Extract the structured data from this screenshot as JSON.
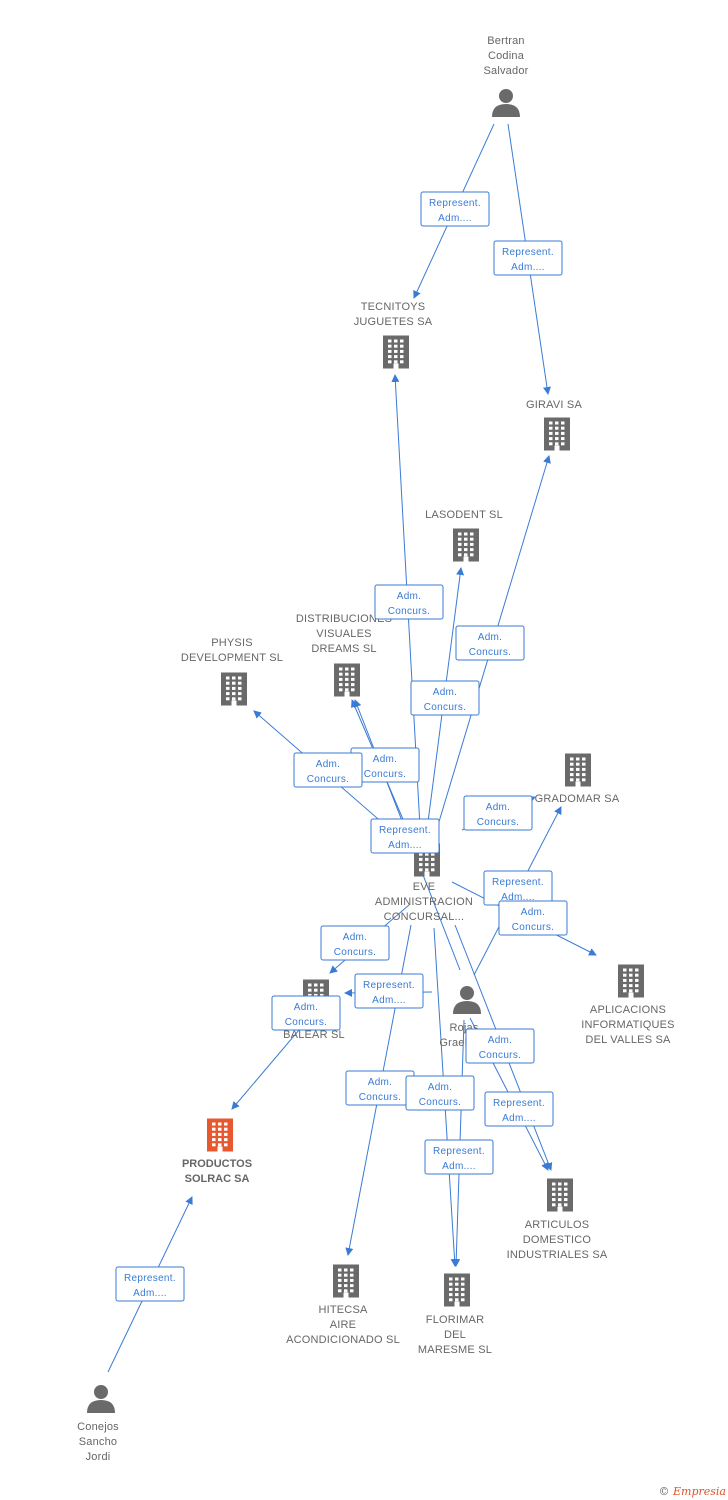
{
  "colors": {
    "edge": "#3a7bd5",
    "node": "#6a6a6a",
    "focus_node": "#e8582f",
    "label": "#666666"
  },
  "nodes": {
    "bertran": {
      "type": "person",
      "lines": [
        "Bertran",
        "Codina",
        "Salvador"
      ]
    },
    "tecnitoys": {
      "type": "company",
      "lines": [
        "TECNITOYS",
        "JUGUETES SA"
      ]
    },
    "giravi": {
      "type": "company",
      "lines": [
        "GIRAVI SA"
      ]
    },
    "lasodent": {
      "type": "company",
      "lines": [
        "LASODENT SL"
      ]
    },
    "distrib": {
      "type": "company",
      "lines": [
        "DISTRIBUCIONES",
        "VISUALES",
        "DREAMS SL"
      ]
    },
    "physis": {
      "type": "company",
      "lines": [
        "PHYSIS",
        "DEVELOPMENT SL"
      ]
    },
    "gradomar": {
      "type": "company",
      "lines": [
        "GRADOMAR SA"
      ]
    },
    "eve": {
      "type": "company",
      "lines": [
        "EVE",
        "ADMINISTRACION",
        "CONCURSAL..."
      ]
    },
    "aplicacions": {
      "type": "company",
      "lines": [
        "APLICACIONS",
        "INFORMATIQUES",
        "DEL VALLES SA"
      ]
    },
    "rojas": {
      "type": "person",
      "lines": [
        "Rojas",
        "Graell J..."
      ]
    },
    "balear": {
      "type": "company",
      "lines": [
        "...",
        "BALEAR SL"
      ]
    },
    "productos": {
      "type": "focus",
      "lines": [
        "PRODUCTOS",
        "SOLRAC SA"
      ]
    },
    "articulos": {
      "type": "company",
      "lines": [
        "ARTICULOS",
        "DOMESTICO",
        "INDUSTRIALES SA"
      ]
    },
    "hitecsa": {
      "type": "company",
      "lines": [
        "HITECSA",
        "AIRE",
        "ACONDICIONADO SL"
      ]
    },
    "florimar": {
      "type": "company",
      "lines": [
        "FLORIMAR",
        "DEL",
        "MARESME SL"
      ]
    },
    "conejos": {
      "type": "person",
      "lines": [
        "Conejos",
        "Sancho",
        "Jordi"
      ]
    }
  },
  "edges": [
    {
      "from": "bertran",
      "to": "tecnitoys",
      "label": [
        "Represent.",
        "Adm...."
      ]
    },
    {
      "from": "bertran",
      "to": "giravi",
      "label": [
        "Represent.",
        "Adm...."
      ]
    },
    {
      "from": "eve",
      "to": "tecnitoys",
      "label": [
        "Adm.",
        "Concurs."
      ]
    },
    {
      "from": "eve",
      "to": "giravi",
      "label": [
        "Adm.",
        "Concurs."
      ]
    },
    {
      "from": "eve",
      "to": "lasodent",
      "label": [
        "Adm.",
        "Concurs."
      ]
    },
    {
      "from": "eve",
      "to": "distrib",
      "label": [
        "Adm.",
        "Concurs."
      ]
    },
    {
      "from": "eve",
      "to": "physis",
      "label": [
        "Adm.",
        "Concurs."
      ]
    },
    {
      "from": "rojas",
      "to": "distrib",
      "label": [
        "Represent.",
        "Adm...."
      ]
    },
    {
      "from": "eve",
      "to": "gradomar",
      "label": [
        "Adm.",
        "Concurs."
      ]
    },
    {
      "from": "rojas",
      "to": "gradomar",
      "label": [
        "Represent.",
        "Adm...."
      ]
    },
    {
      "from": "eve",
      "to": "aplicacions",
      "label": [
        "Adm.",
        "Concurs."
      ]
    },
    {
      "from": "eve",
      "to": "balear",
      "label": [
        "Adm.",
        "Concurs."
      ]
    },
    {
      "from": "rojas",
      "to": "balear",
      "label": [
        "Represent.",
        "Adm...."
      ]
    },
    {
      "from": "balear",
      "to": "productos",
      "label": [
        "Adm.",
        "Concurs."
      ]
    },
    {
      "from": "eve",
      "to": "hitecsa",
      "label": [
        "Adm.",
        "Concurs."
      ]
    },
    {
      "from": "eve",
      "to": "florimar",
      "label": [
        "Adm.",
        "Concurs."
      ]
    },
    {
      "from": "rojas",
      "to": "florimar",
      "label": [
        "Represent.",
        "Adm...."
      ]
    },
    {
      "from": "eve",
      "to": "articulos",
      "label": [
        "Adm.",
        "Concurs."
      ]
    },
    {
      "from": "rojas",
      "to": "articulos",
      "label": [
        "Represent.",
        "Adm...."
      ]
    },
    {
      "from": "conejos",
      "to": "productos",
      "label": [
        "Represent.",
        "Adm...."
      ]
    }
  ],
  "footer": {
    "copyright": "©",
    "brand": "Empresia"
  }
}
